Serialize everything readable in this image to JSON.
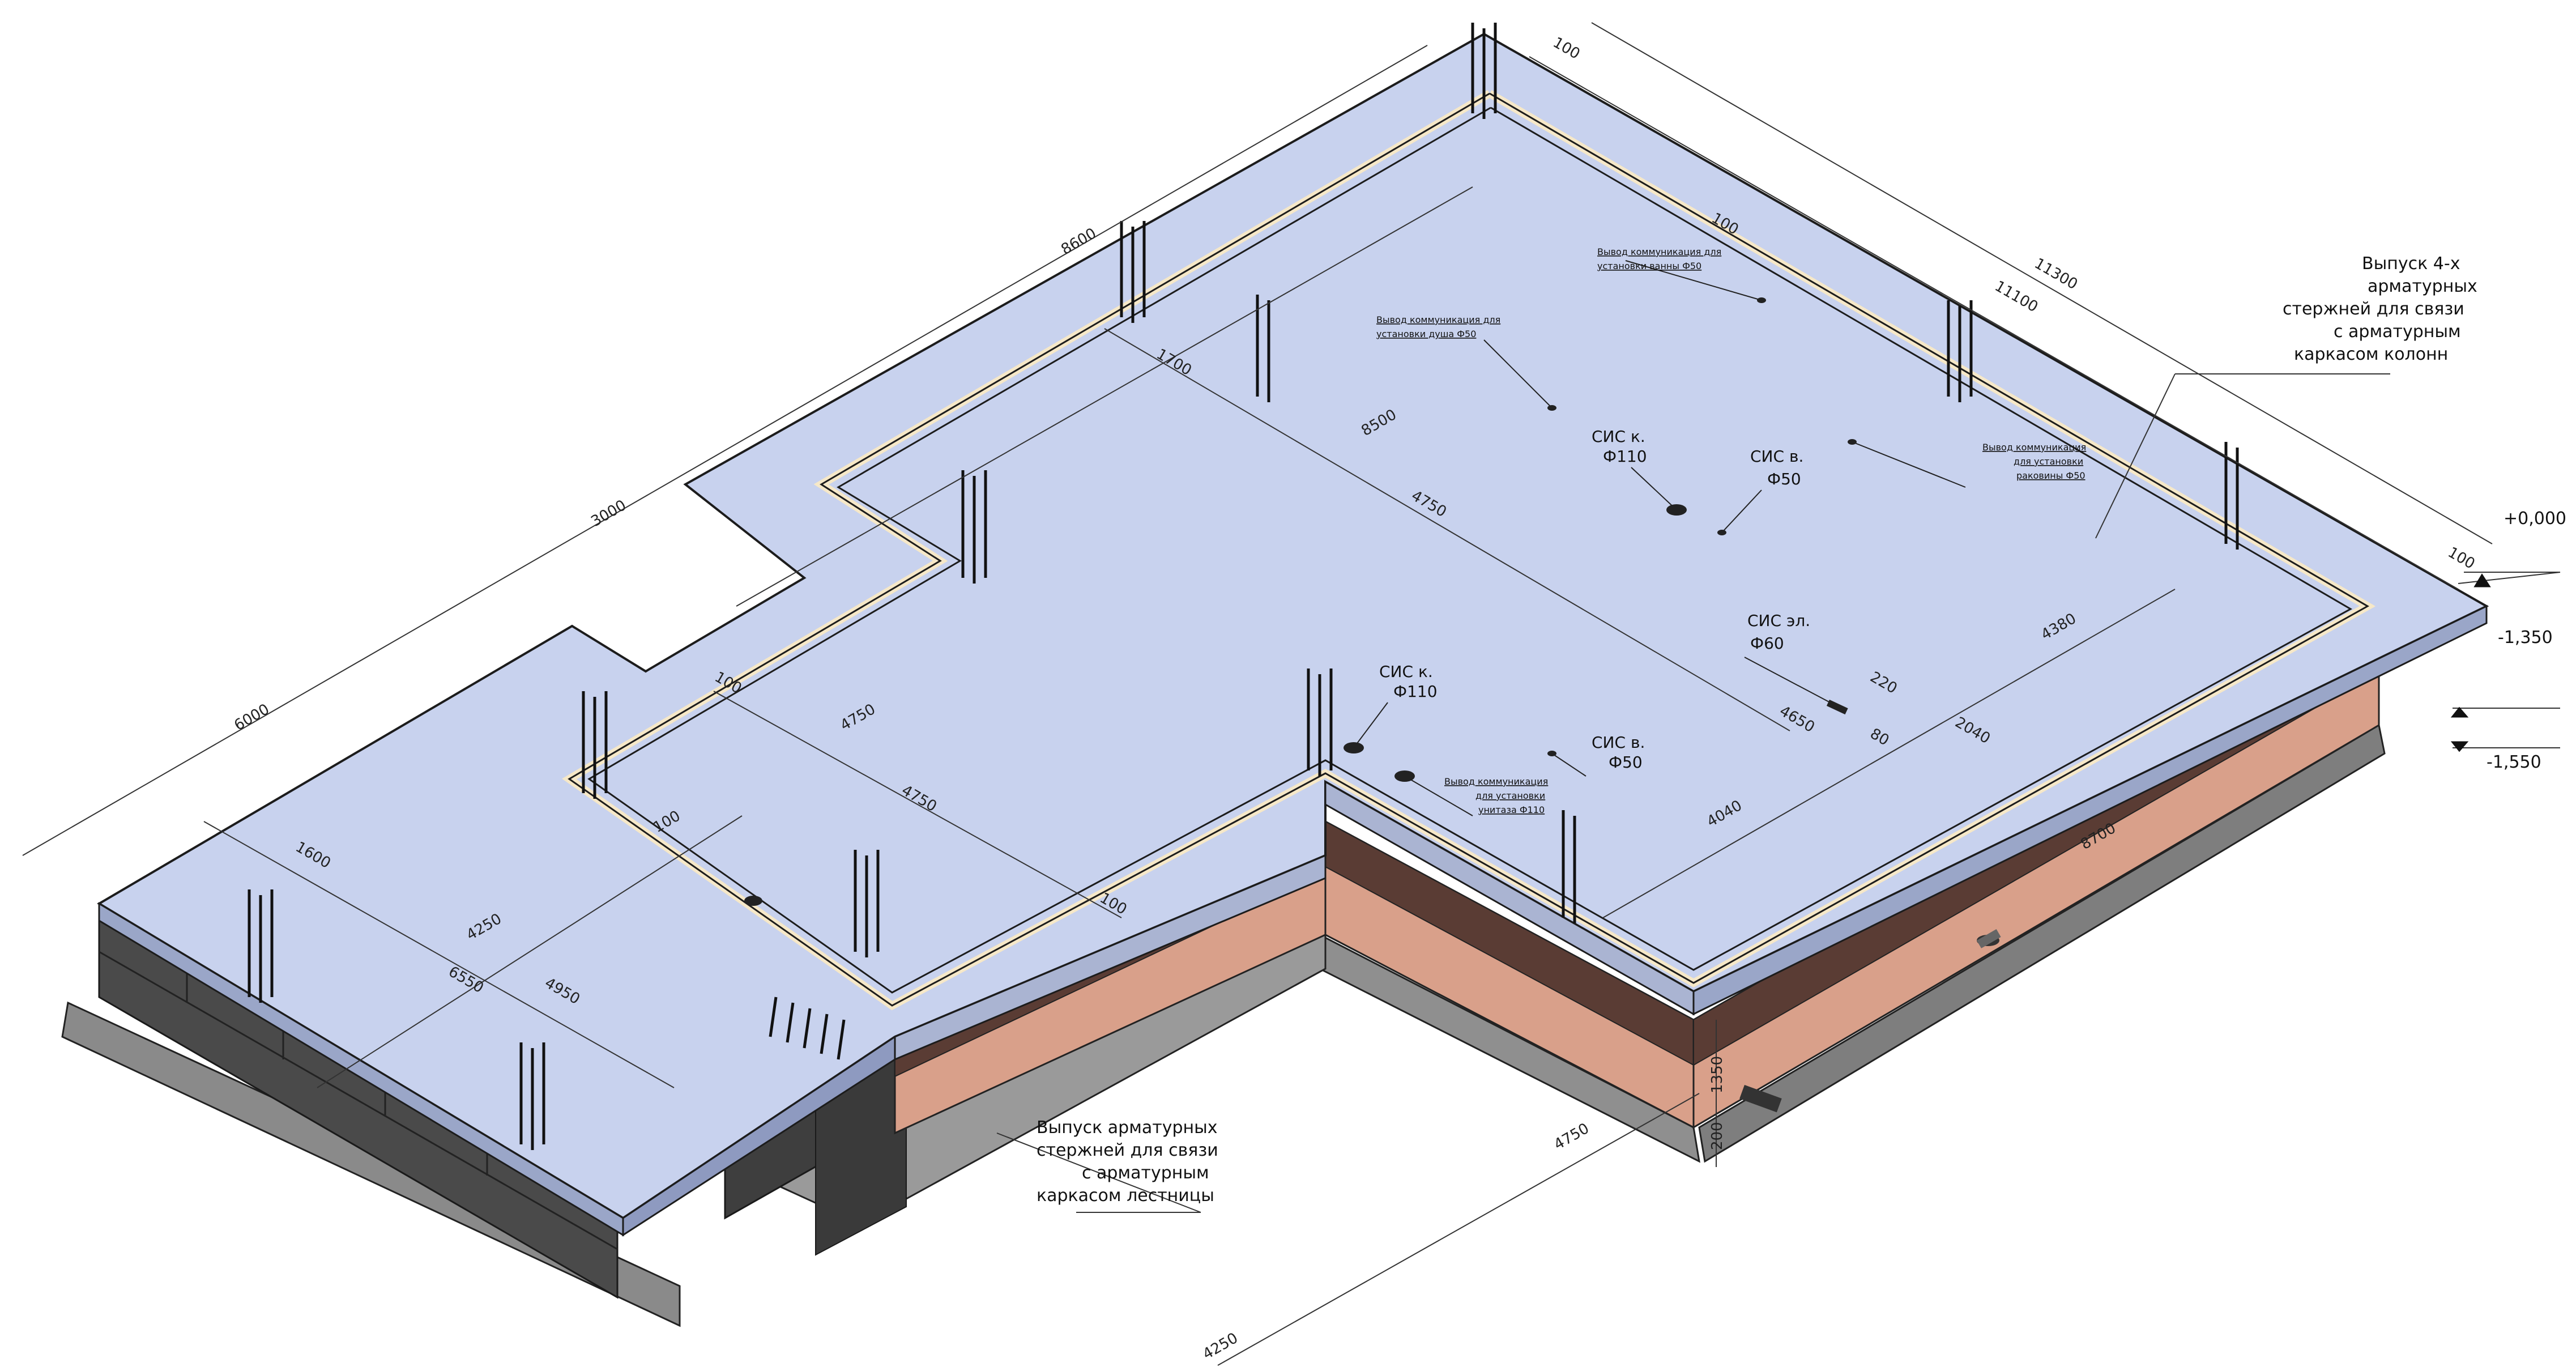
{
  "dimensions": {
    "d_8600": "8600",
    "d_3000": "3000",
    "d_6000": "6000",
    "d_11300": "11300",
    "d_11100": "11100",
    "d_100_top": "100",
    "d_100_inner": "100",
    "d_100_right": "100",
    "d_1700": "1700",
    "d_8500": "8500",
    "d_4750_a": "4750",
    "d_4750_b": "4750",
    "d_4750_c": "4750",
    "d_4750_bottom": "4750",
    "d_4650": "4650",
    "d_4380": "4380",
    "d_2040": "2040",
    "d_4040": "4040",
    "d_8700": "8700",
    "d_220": "220",
    "d_80": "80",
    "d_1600": "1600",
    "d_4250": "4250",
    "d_6550": "6550",
    "d_4950": "4950",
    "d_4250_bottom": "4250",
    "d_100_left": "100",
    "d_100_mid": "100",
    "d_100_lower": "100",
    "d_1350": "1350",
    "d_200": "200"
  },
  "levels": {
    "zero": "+0,000",
    "minus1350": "-1,350",
    "minus1550": "-1,550"
  },
  "tags": {
    "sis_k_top": [
      "СИС к.",
      "Ф110"
    ],
    "sis_v_top": [
      "СИС в.",
      "Ф50"
    ],
    "sis_el": [
      "СИС эл.",
      "Ф60"
    ],
    "sis_k_bottom": [
      "СИС к.",
      "Ф110"
    ],
    "sis_v_bottom": [
      "СИС в.",
      "Ф50"
    ]
  },
  "notes": {
    "bath": [
      "Вывод коммуникация для",
      "установки ванны Ф50"
    ],
    "shower": [
      "Вывод коммуникация для",
      "установки душа Ф50"
    ],
    "sink": [
      "Вывод коммуникация",
      "для установки",
      "раковины Ф50"
    ],
    "toilet": [
      "Вывод коммуникация",
      "для установки",
      "унитаза Ф110"
    ]
  },
  "callouts": {
    "columns": [
      "Выпуск 4-х",
      "арматурных",
      "стержней для связи",
      "с арматурным",
      "каркасом колонн"
    ],
    "stairs": [
      "Выпуск арматурных",
      "стержней для связи",
      "с арматурным",
      "каркасом лестницы"
    ]
  },
  "colors": {
    "slab_top": "#c8d2ee",
    "slab_edge": "#9aa6c8",
    "beam": "#f6e8c8",
    "wall_face": "#d9a08a",
    "wall_dark": "#5a3c34",
    "block": "#4a4a4a",
    "footing": "#8c8c8c"
  }
}
